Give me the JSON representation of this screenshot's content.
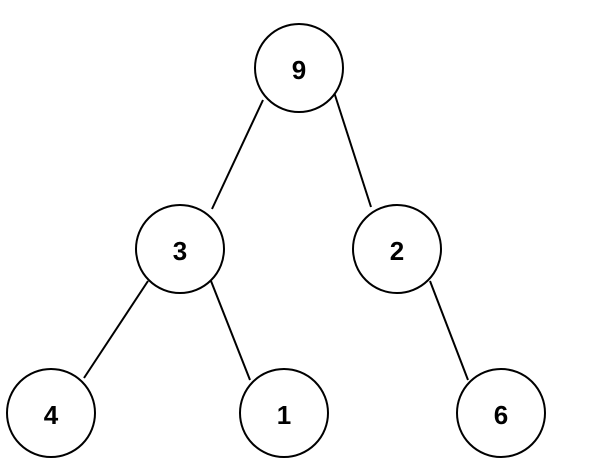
{
  "diagram": {
    "type": "binary-tree",
    "nodes": [
      {
        "id": "n9",
        "label": "9"
      },
      {
        "id": "n3",
        "label": "3"
      },
      {
        "id": "n2",
        "label": "2"
      },
      {
        "id": "n4",
        "label": "4"
      },
      {
        "id": "n1",
        "label": "1"
      },
      {
        "id": "n6",
        "label": "6"
      }
    ],
    "edges": [
      {
        "from": "n9",
        "to": "n3"
      },
      {
        "from": "n9",
        "to": "n2"
      },
      {
        "from": "n3",
        "to": "n4"
      },
      {
        "from": "n3",
        "to": "n1"
      },
      {
        "from": "n2",
        "to": "n6"
      }
    ],
    "colors": {
      "stroke": "#000000",
      "fill": "#ffffff",
      "text": "#000000"
    }
  }
}
